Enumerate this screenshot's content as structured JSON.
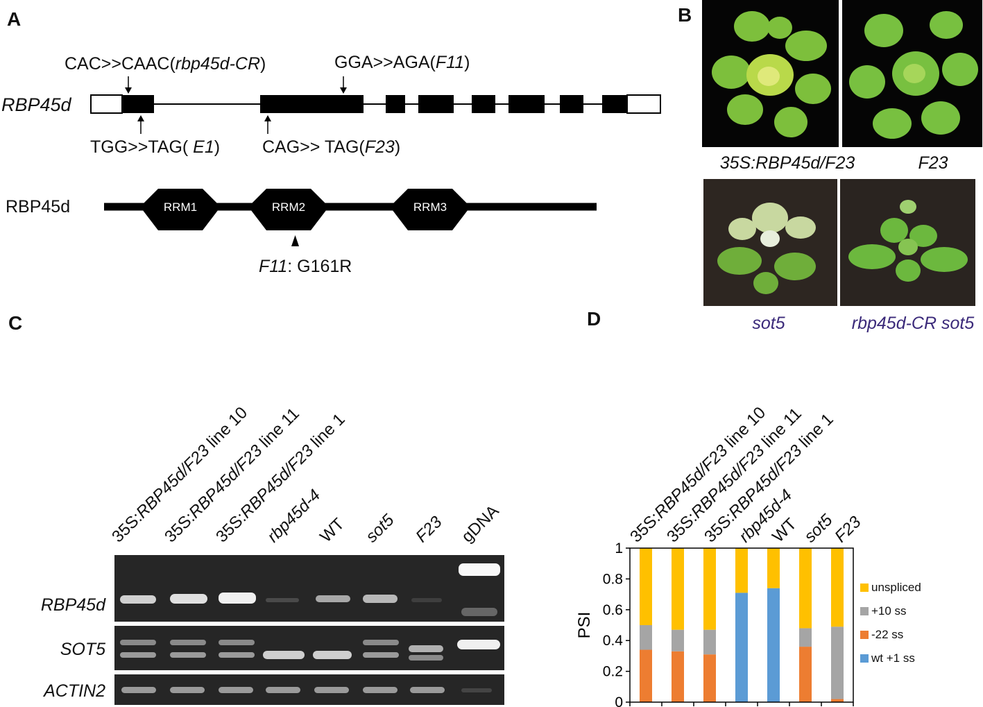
{
  "panels": {
    "a": "A",
    "b": "B",
    "c": "C",
    "d": "D"
  },
  "panelA": {
    "gene_name": "RBP45d",
    "protein_name": "RBP45d",
    "mut_cr": {
      "pre": "CAC>>CAAC(",
      "ital": "rbp45d-CR",
      "post": ")"
    },
    "mut_f11": {
      "pre": "GGA>>AGA(",
      "ital": "F11",
      "post": ")"
    },
    "mut_e1": {
      "pre": "TGG>>TAG( ",
      "ital": "E1",
      "post": ")"
    },
    "mut_f23": {
      "pre": "CAG>> TAG(",
      "ital": "F23",
      "post": ")"
    },
    "domains": [
      "RRM1",
      "RRM2",
      "RRM3"
    ],
    "protein_mut": {
      "ital": "F11",
      "rest": ": G161R"
    }
  },
  "panelB": {
    "captions": [
      "35S:RBP45d/F23",
      "F23",
      "sot5",
      "rbp45d-CR sot5"
    ],
    "caption_color_genotypes": "#3b2a7a"
  },
  "panelC": {
    "lanes": [
      {
        "pre": "35S:",
        "ital": "RBP45d/F23",
        "post": " line 10"
      },
      {
        "pre": "35S:",
        "ital": "RBP45d/F23",
        "post": " line 11"
      },
      {
        "pre": "35S:",
        "ital": "RBP45d/F23",
        "post": " line 1"
      },
      {
        "pre": "",
        "ital": "rbp45d-4",
        "post": ""
      },
      {
        "pre": "WT",
        "ital": "",
        "post": ""
      },
      {
        "pre": "",
        "ital": "sot5",
        "post": ""
      },
      {
        "pre": "",
        "ital": "F23",
        "post": ""
      },
      {
        "pre": "gDNA",
        "ital": "",
        "post": ""
      }
    ],
    "rows": [
      "RBP45d",
      "SOT5",
      "ACTIN2"
    ]
  },
  "chart_data": {
    "type": "bar",
    "stacked": true,
    "categories": [
      "35S:RBP45d/F23 line 10",
      "35S:RBP45d/F23 line 11",
      "35S:RBP45d/F23 line 1",
      "rbp45d-4",
      "WT",
      "sot5",
      "F23"
    ],
    "category_labels": [
      {
        "pre": "35S:",
        "ital": "RBP45d/F23",
        "post": " line 10"
      },
      {
        "pre": "35S:",
        "ital": "RBP45d/F23",
        "post": " line 11"
      },
      {
        "pre": "35S:",
        "ital": "RBP45d/F23",
        "post": " line 1"
      },
      {
        "pre": "",
        "ital": "rbp45d-4",
        "post": ""
      },
      {
        "pre": "WT",
        "ital": "",
        "post": ""
      },
      {
        "pre": "",
        "ital": "sot5",
        "post": ""
      },
      {
        "pre": "",
        "ital": "F23",
        "post": ""
      }
    ],
    "ylabel": "PSI",
    "ylim": [
      0,
      1
    ],
    "yticks": [
      "0",
      "0.2",
      "0.4",
      "0.6",
      "0.8",
      "1"
    ],
    "series": [
      {
        "name": "wt +1 ss",
        "color": "#5b9bd5",
        "values": [
          0,
          0,
          0,
          0.71,
          0.74,
          0,
          0
        ]
      },
      {
        "name": "-22 ss",
        "color": "#ed7d31",
        "values": [
          0.34,
          0.33,
          0.31,
          0,
          0,
          0.36,
          0.02
        ]
      },
      {
        "name": "+10 ss",
        "color": "#a5a5a5",
        "values": [
          0.16,
          0.14,
          0.16,
          0,
          0,
          0.12,
          0.47
        ]
      },
      {
        "name": "unspliced",
        "color": "#ffc000",
        "values": [
          0.5,
          0.53,
          0.53,
          0.29,
          0.26,
          0.52,
          0.51
        ]
      }
    ],
    "legend_order": [
      "unspliced",
      "+10 ss",
      "-22 ss",
      "wt +1 ss"
    ],
    "legend_position": "right",
    "grid": false
  }
}
